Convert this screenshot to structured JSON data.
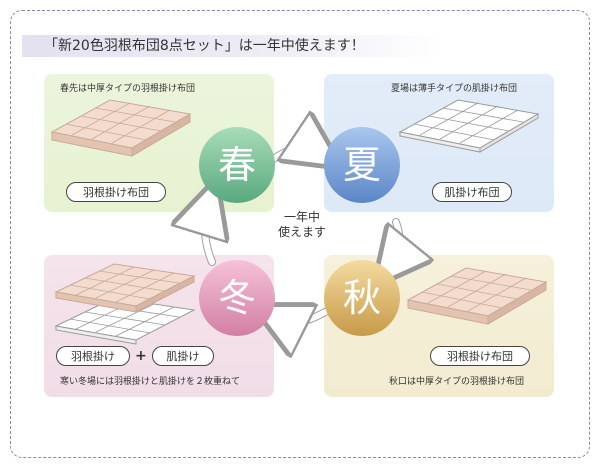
{
  "title": "「新20色羽根布団8点セット」は一年中使えます！",
  "center": {
    "line1": "一年中",
    "line2": "使えます"
  },
  "seasons": {
    "spring": "春",
    "summer": "夏",
    "autumn": "秋",
    "winter": "冬"
  },
  "panels": {
    "spring": {
      "description": "春先は中厚タイプの羽根掛け布団",
      "tag": "羽根掛け布団"
    },
    "summer": {
      "description": "夏場は薄手タイプの肌掛け布団",
      "tag": "肌掛け布団"
    },
    "autumn": {
      "description": "秋口は中厚タイプの羽根掛け布団",
      "tag": "羽根掛け布団"
    },
    "winter": {
      "description": "寒い冬場には羽根掛けと肌掛けを２枚重ねて",
      "tag_left": "羽根掛け",
      "plus": "+",
      "tag_right": "肌掛け"
    }
  },
  "colors": {
    "spring": "#6fb98f",
    "summer": "#6d96cf",
    "autumn": "#c9a35c",
    "winter": "#d98fb0",
    "quilt_peach": "#f3dccd",
    "quilt_white": "#ffffff"
  },
  "icons": [
    "quilt-illustration",
    "cycle-arrow"
  ]
}
